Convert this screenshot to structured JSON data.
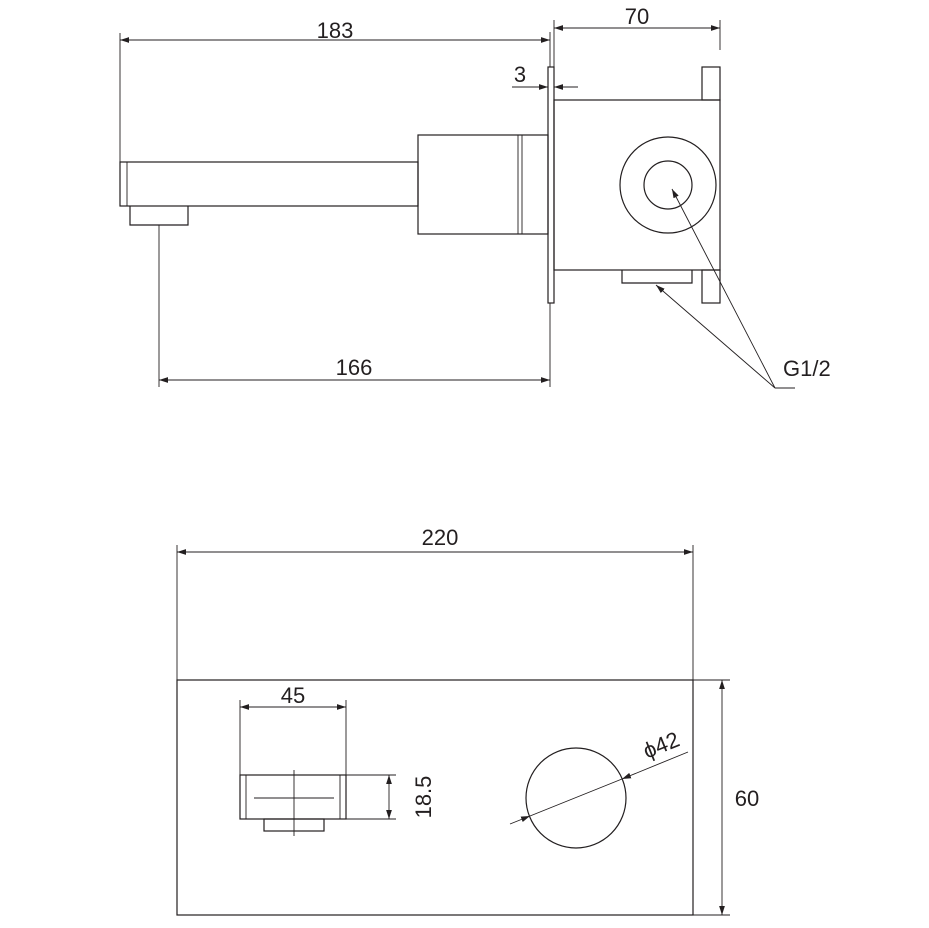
{
  "drawing": {
    "side_view": {
      "dims": {
        "spout_length": "183",
        "body_depth": "70",
        "plate_thickness": "3",
        "outlet_distance": "166",
        "thread": "G1/2"
      }
    },
    "front_view": {
      "dims": {
        "plate_width": "220",
        "plate_height": "60",
        "spout_width": "45",
        "spout_height": "18.5",
        "handle_diameter": "ϕ42"
      }
    },
    "line_color": "#231f20"
  }
}
